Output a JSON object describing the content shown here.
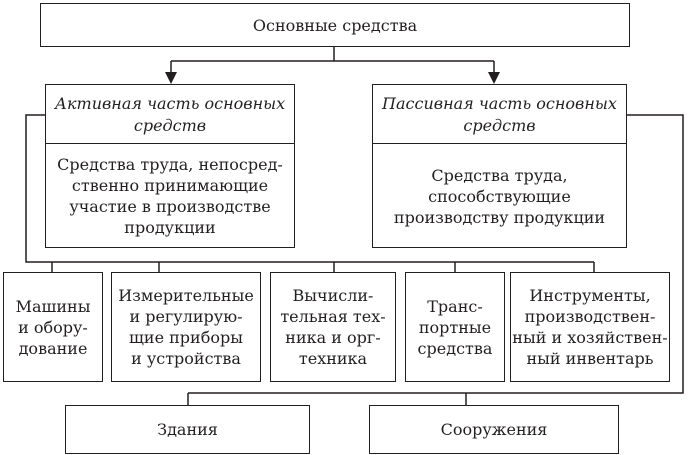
{
  "colors": {
    "line": "#231f20",
    "background": "#ffffff"
  },
  "root": {
    "label": "Основные средства"
  },
  "active": {
    "title": "Активная часть основных\nсредств",
    "description": "Средства труда, непосред-\nственно принимающие\nучастие в производстве\nпродукции"
  },
  "passive": {
    "title": "Пассивная часть основных\nсредств",
    "description": "Средства труда,\nспособствующие\nпроизводству продукции"
  },
  "active_items": [
    {
      "label": "Машины\nи обору-\nдование"
    },
    {
      "label": "Измерительные\nи регулирую-\nщие приборы\nи устройства"
    },
    {
      "label": "Вычисли-\nтельная тех-\nника и орг-\nтехника"
    },
    {
      "label": "Транс-\nпортные\nсредства"
    },
    {
      "label": "Инструменты,\nпроизводствен-\nный и хозяйствен-\nный инвентарь"
    }
  ],
  "passive_items": [
    {
      "label": "Здания"
    },
    {
      "label": "Сооружения"
    }
  ]
}
